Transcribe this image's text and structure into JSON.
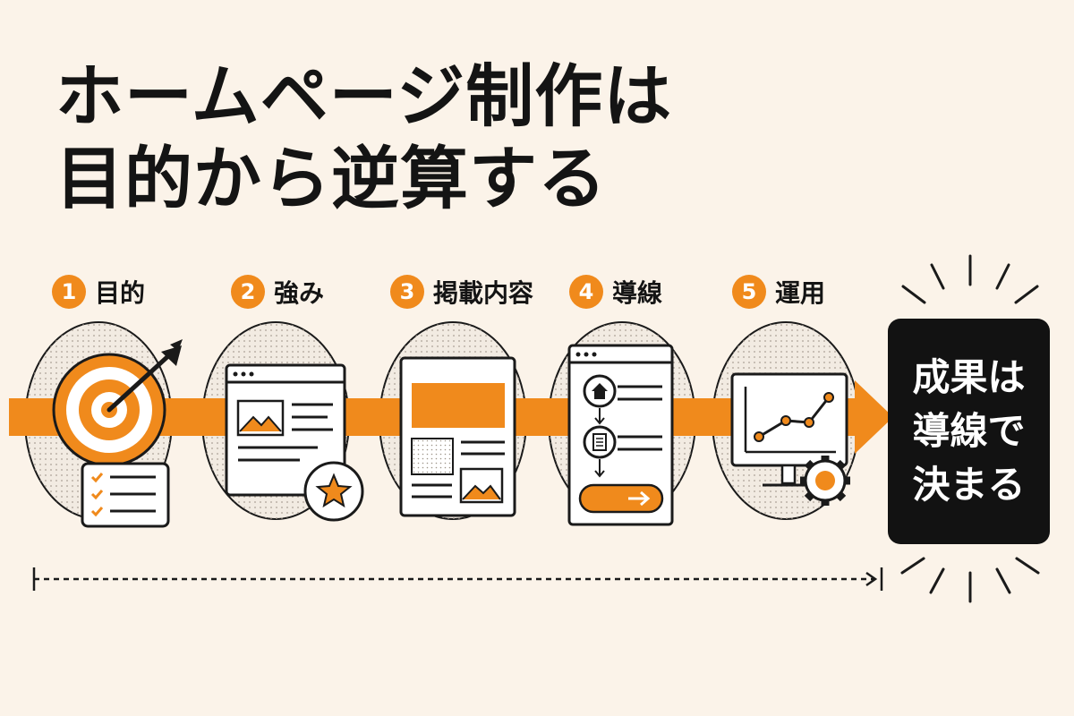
{
  "title": {
    "line1": "ホームページ制作は",
    "line2": "目的から逆算する"
  },
  "steps": [
    {
      "number": "1",
      "label": "目的"
    },
    {
      "number": "2",
      "label": "強み"
    },
    {
      "number": "3",
      "label": "掲載内容"
    },
    {
      "number": "4",
      "label": "導線"
    },
    {
      "number": "5",
      "label": "運用"
    }
  ],
  "result": {
    "line1": "成果は",
    "line2": "導線で",
    "line3": "決まる"
  },
  "icons": [
    "target-icon",
    "checklist-icon",
    "browser-window-icon",
    "star-badge-icon",
    "page-layout-icon",
    "navigation-flow-icon",
    "home-icon",
    "arrow-right-icon",
    "monitor-chart-icon",
    "gear-icon"
  ],
  "colors": {
    "accent": "#f08a1c",
    "dark": "#121212",
    "background": "#fbf3e9"
  }
}
